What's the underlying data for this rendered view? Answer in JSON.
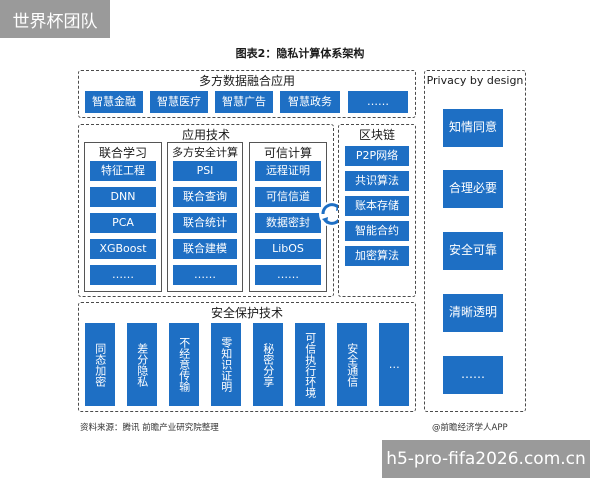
{
  "watermark": "世界杯团队",
  "figure_title": "图表2：隐私计算体系架构",
  "top_section": {
    "title": "多方数据融合应用",
    "items": [
      "智慧金融",
      "智慧医疗",
      "智慧广告",
      "智慧政务",
      "……"
    ]
  },
  "app_tech": {
    "title": "应用技术",
    "fed_learning": {
      "title": "联合学习",
      "items": [
        "特征工程",
        "DNN",
        "PCA",
        "XGBoost",
        "……"
      ]
    },
    "mpc": {
      "title": "多方安全计算",
      "items": [
        "PSI",
        "联合查询",
        "联合统计",
        "联合建模",
        "……"
      ]
    },
    "trusted": {
      "title": "可信计算",
      "items": [
        "远程证明",
        "可信信道",
        "数据密封",
        "LibOS",
        "……"
      ]
    }
  },
  "blockchain": {
    "title": "区块链",
    "items": [
      "P2P网络",
      "共识算法",
      "账本存储",
      "智能合约",
      "加密算法"
    ]
  },
  "security": {
    "title": "安全保护技术",
    "items": [
      "同态加密",
      "差分隐私",
      "不经意传输",
      "零知识证明",
      "秘密分享",
      "可信执行环境",
      "安全通信",
      "…"
    ]
  },
  "privacy": {
    "title": "Privacy by design",
    "items": [
      "知情同意",
      "合理必要",
      "安全可靠",
      "清晰透明",
      "……"
    ]
  },
  "footer": {
    "source": "资料来源：腾讯 前瞻产业研究院整理",
    "credit": "@前瞻经济学人APP"
  },
  "url_badge": "h5-pro-fifa2026.com.cn",
  "colors": {
    "accent": "#1e6fc4",
    "border": "#4a4a4a",
    "badge": "#9a9a9a"
  }
}
